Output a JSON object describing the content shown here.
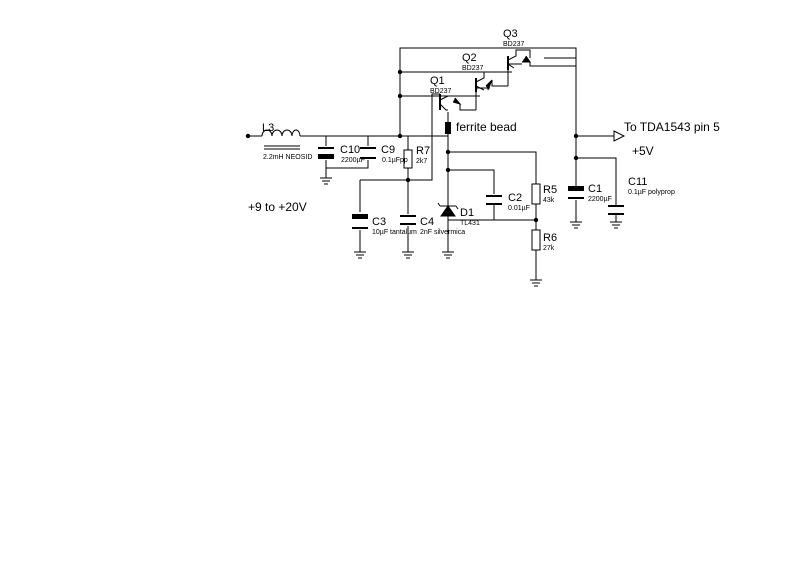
{
  "schematic": {
    "input_label": "+9 to +20V",
    "output_label": "To TDA1543 pin 5",
    "output_voltage": "+5V",
    "ferrite_label": "ferrite bead",
    "parts": {
      "L3": {
        "ref": "L3",
        "value": "2.2mH NEOSID"
      },
      "C10": {
        "ref": "C10",
        "value": "2200µF"
      },
      "C9": {
        "ref": "C9",
        "value": "0.1µFpp"
      },
      "R7": {
        "ref": "R7",
        "value": "2k7"
      },
      "C3": {
        "ref": "C3",
        "value": "10µF tantalum"
      },
      "C4": {
        "ref": "C4",
        "value": "2nF silvermica"
      },
      "Q1": {
        "ref": "Q1",
        "value": "BD237"
      },
      "Q2": {
        "ref": "Q2",
        "value": "BD237"
      },
      "Q3": {
        "ref": "Q3",
        "value": "BD237"
      },
      "D1": {
        "ref": "D1",
        "value": "TL431"
      },
      "C2": {
        "ref": "C2",
        "value": "0.01µF"
      },
      "R5": {
        "ref": "R5",
        "value": "43k"
      },
      "R6": {
        "ref": "R6",
        "value": "27k"
      },
      "C1": {
        "ref": "C1",
        "value": "2200µF"
      },
      "C11": {
        "ref": "C11",
        "value": "0.1µF polyprop"
      }
    }
  }
}
